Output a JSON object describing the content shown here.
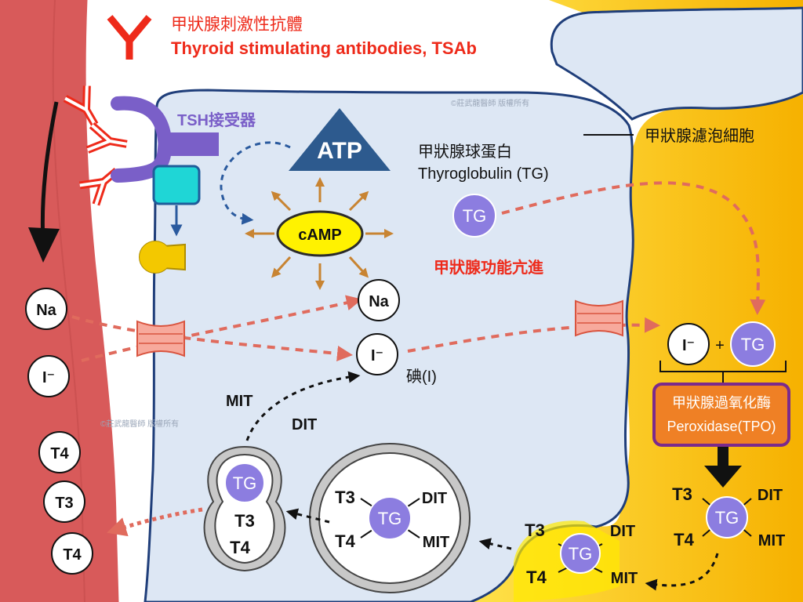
{
  "header": {
    "zh": "甲狀腺刺激性抗體",
    "en": "Thyroid stimulating antibodies, TSAb"
  },
  "receptor": {
    "label": "TSH接受器"
  },
  "atp": {
    "label": "ATP"
  },
  "camp": {
    "label": "cAMP"
  },
  "thyroglobulin": {
    "zh": "甲狀腺球蛋白",
    "en": "Thyroglobulin (TG)"
  },
  "follicular_cell": {
    "label": "甲狀腺濾泡細胞"
  },
  "hyperfunction": {
    "label": "甲狀腺功能亢進"
  },
  "watermark": {
    "text": "©莊武龍醫師 版權所有"
  },
  "blood": {
    "na": "Na",
    "iodide": "I⁻",
    "hormones": [
      "T4",
      "T3",
      "T4"
    ]
  },
  "cell": {
    "na": "Na",
    "iodide": "I⁻",
    "iodine_label": "碘(I)",
    "mit": "MIT",
    "dit": "DIT"
  },
  "tg": "TG",
  "reaction": {
    "iodide": "I⁻",
    "plus": "+",
    "tg": "TG",
    "enzyme_zh": "甲狀腺過氧化酶",
    "enzyme_en": "Peroxidase(TPO)"
  },
  "colloid_right": {
    "t3": "T3",
    "t4": "T4",
    "dit": "DIT",
    "mit": "MIT"
  },
  "colloid_lower": {
    "t3": "T3",
    "t4": "T4",
    "dit": "DIT",
    "mit": "MIT"
  },
  "vesicle": {
    "t3": "T3",
    "t4": "T4",
    "dit": "DIT",
    "mit": "MIT"
  },
  "secreting_vesicle": {
    "t3": "T3",
    "t4": "T4"
  },
  "colors": {
    "blood_vessel": "#d85a5a",
    "cell_body": "#dde7f4",
    "cell_border": "#1f3e7a",
    "colloid_gradient_start": "#ffe24a",
    "colloid_gradient_end": "#f6b100",
    "antibody": "#ee2a1a",
    "receptor": "#7a5fc8",
    "atp": "#2d5a8e",
    "camp": "#fff200",
    "camp_arrows": "#c88432",
    "tg": "#8c7de0",
    "tpo_box": "#ef8025",
    "tpo_border": "#7b2a8c",
    "dashed_arrows": "#e06b5d",
    "label_red": "#ee2a1a",
    "label_purple": "#7a5fc8"
  }
}
